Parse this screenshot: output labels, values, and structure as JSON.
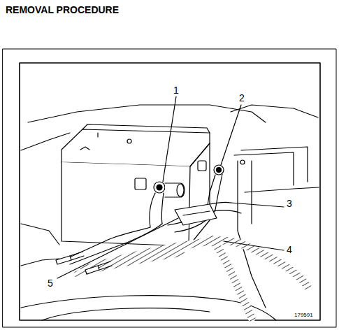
{
  "diagram": {
    "title": "REMOVAL PROCEDURE",
    "labels": [
      "1",
      "2",
      "3",
      "4",
      "5",
      "179591"
    ]
  }
}
